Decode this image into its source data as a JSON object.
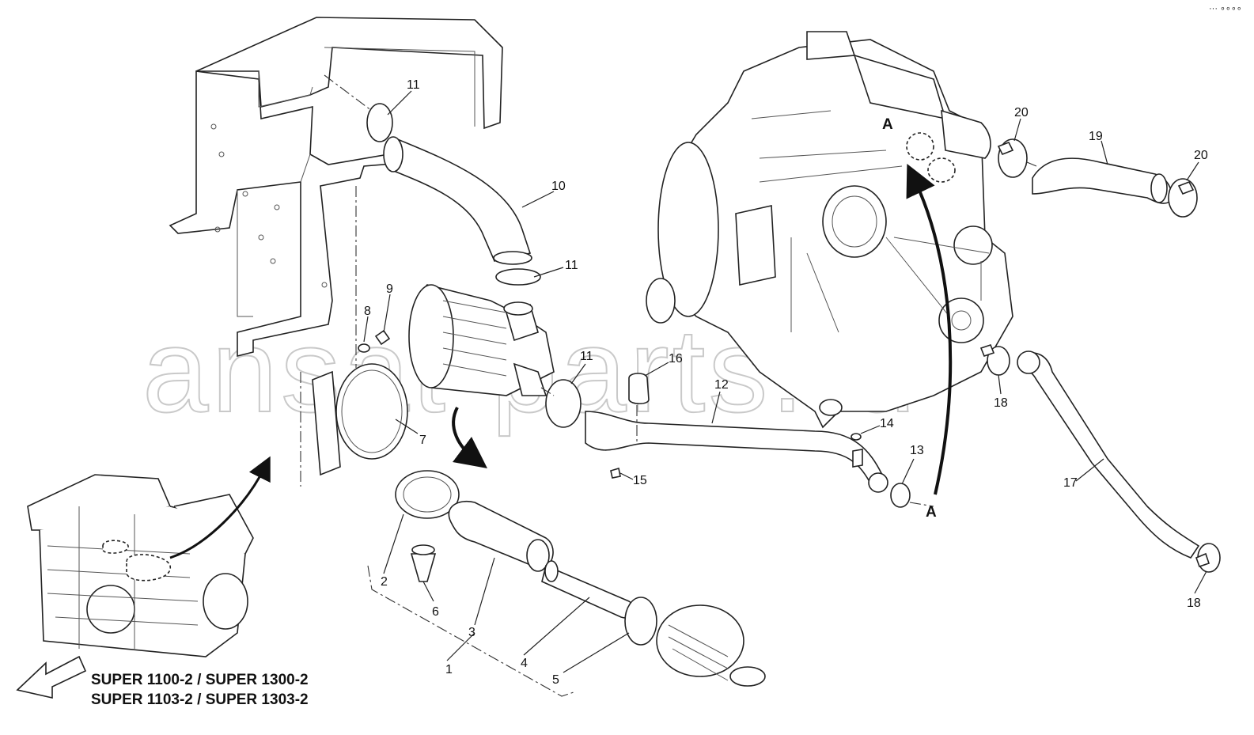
{
  "watermark": "ansat-parts.ru",
  "corner_marks": "··· ∘∘∘∘",
  "model_lines": [
    "SUPER 1100-2 / SUPER 1300-2",
    "SUPER 1103-2 / SUPER 1303-2"
  ],
  "detail_marker": "A",
  "callouts": {
    "c1": "1",
    "c2": "2",
    "c3": "3",
    "c4": "4",
    "c5": "5",
    "c6": "6",
    "c7": "7",
    "c8": "8",
    "c9": "9",
    "c10": "10",
    "c11a": "11",
    "c11b": "11",
    "c11c": "11",
    "c12": "12",
    "c13": "13",
    "c14": "14",
    "c15": "15",
    "c16": "16",
    "c17": "17",
    "c18a": "18",
    "c18b": "18",
    "c19": "19",
    "c20a": "20",
    "c20b": "20"
  }
}
